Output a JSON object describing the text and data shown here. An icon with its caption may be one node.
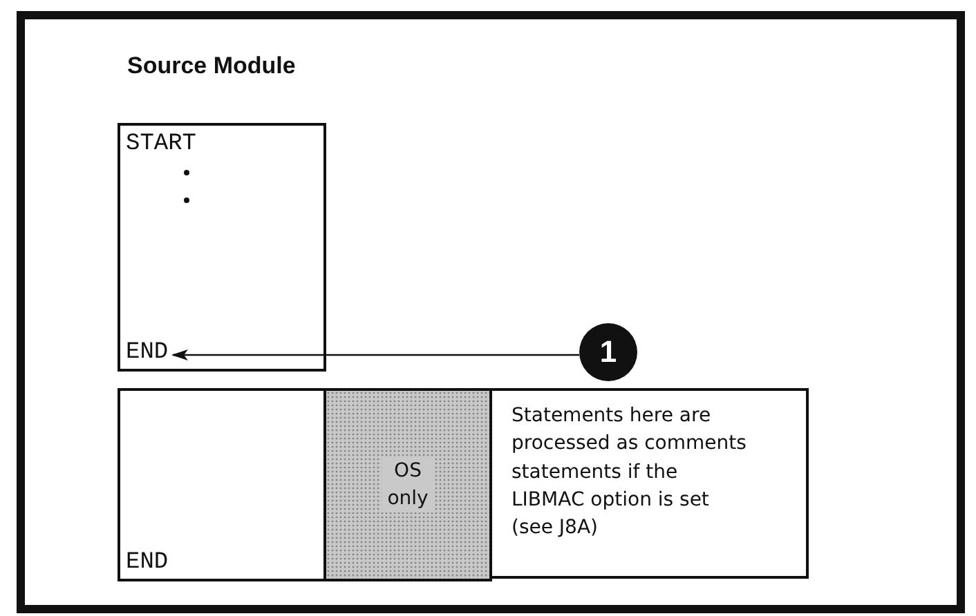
{
  "diagram": {
    "title": "Source Module",
    "nodes": [
      {
        "text": [
          "START"
        ]
      },
      {
        "text": [
          "END"
        ],
        "in": 0
      },
      {
        "text": [
          "1"
        ]
      },
      {
        "text": [
          "END"
        ]
      },
      {
        "text": [
          "OS only"
        ]
      },
      {
        "text": [
          "Statements here are processed as comments statements if the LIBMAC option is set (see J8A)"
        ]
      }
    ],
    "edges": [
      {
        "from": 2,
        "to": 1,
        "arrow": "to"
      }
    ]
  }
}
